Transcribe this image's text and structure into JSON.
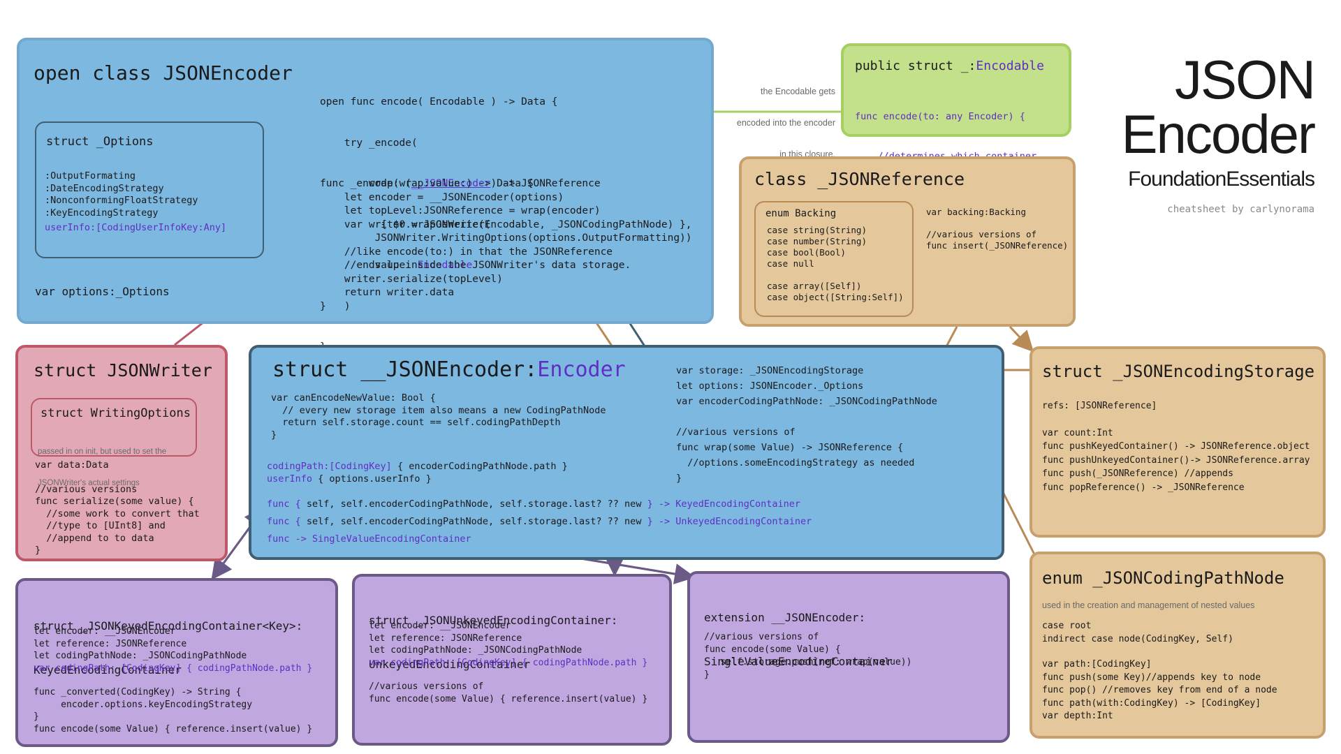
{
  "header": {
    "title_line1": "JSON",
    "title_line2": "Encoder",
    "subtitle": "FoundationEssentials",
    "credit": "cheatsheet by carlynorama"
  },
  "json_encoder": {
    "title": "open class JSONEncoder",
    "options_title": "struct _Options",
    "options_items": [
      ":OutputFormating",
      ":DateEncodingStrategy",
      ":NonconformingFloatStrategy",
      ":KeyEncodingStrategy"
    ],
    "options_userinfo": "userInfo:[CodingUserInfoKey:Any]",
    "options_var": "var options:_Options",
    "code_encode": [
      "open func encode( Encodable ) -> Data {",
      "    try _encode(",
      "        wrap: (",
      "          { $0.wrapGeneric(Encodable, _JSONCodingPathNode) },",
      "         value: ",
      "    )",
      "}"
    ],
    "wrap_token": "__JSONEncoder",
    "wrap_suffix": ") -> JSONReference",
    "value_token": "Encodable",
    "code_private": [
      "func _encode(wrap:value:) -> Data {",
      "    let encoder = __JSONEncoder(options)",
      "    let topLevel:JSONReference = wrap(encoder)",
      "    var writer = JSONWriter(",
      "         JSONWriter.WritingOptions(options.OutputFormatting))",
      "    //like encode(to:) in that the JSONReference",
      "    //ends up inside the JSONWriter's data storage.",
      "    writer.serialize(topLevel)",
      "    return writer.data",
      "}"
    ]
  },
  "encodable_note": [
    "the Encodable gets",
    "encoded into the encoder",
    "in this closure."
  ],
  "encodable_struct": {
    "title_prefix": "public struct _:",
    "title_type": "Encodable",
    "lines": [
      "func encode(to: any Encoder) {",
      "    //determines which container.",
      "}"
    ]
  },
  "json_reference": {
    "title": "class _JSONReference",
    "enum_title": "enum Backing",
    "cases": [
      "case string(String)",
      "case number(String)",
      "case bool(Bool)",
      "case null",
      "",
      "case array([Self])",
      "case object([String:Self])"
    ],
    "side": [
      "var backing:Backing",
      "",
      "//various versions of",
      "func insert(_JSONReference)"
    ]
  },
  "json_writer": {
    "title": "struct JSONWriter",
    "opts_title": "struct WritingOptions",
    "opts_note": [
      "passed in on init, but used to set the",
      "JSONWriter's actual settings"
    ],
    "lines": [
      "var data:Data",
      "",
      "//various versions",
      "func serialize(some value) {",
      "  //some work to convert that",
      "  //type to [UInt8] and",
      "  //append to to data",
      "}"
    ]
  },
  "internal_encoder": {
    "title_prefix": "struct __JSONEncoder:",
    "title_type": "Encoder",
    "left1": [
      "var canEncodeNewValue: Bool {",
      "  // every new storage item also means a new CodingPathNode",
      "  return self.storage.count == self.codingPathDepth",
      "}"
    ],
    "cp_token": "codingPath:[CodingKey]",
    "cp_rest": " { encoderCodingPathNode.path }",
    "ui_token": "userInfo",
    "ui_rest": " { options.userInfo }",
    "right": [
      "var storage: _JSONEncodingStorage",
      "let options: JSONEncoder._Options",
      "var encoderCodingPathNode: _JSONCodingPathNode",
      "",
      "//various versions of",
      "func wrap(some Value) -> JSONReference {",
      "  //options.someEncodingStrategy as needed",
      "}"
    ],
    "func1_pre": "func {",
    "func_mid": " self, self.encoderCodingPathNode, self.storage.last? ?? new ",
    "func1_post": "} -> KeyedEncodingContainer",
    "func2_post": "} -> UnkeyedEncodingContainer",
    "func3": "func -> SingleValueEncodingContainer"
  },
  "encoding_storage": {
    "title": "struct _JSONEncodingStorage",
    "lines": [
      "refs: [JSONReference]",
      "",
      "var count:Int",
      "func pushKeyedContainer() -> JSONReference.object",
      "func pushUnkeyedContainer()-> JSONReference.array",
      "func push(_JSONReference) //appends",
      "func popReference() -> _JSONReference"
    ]
  },
  "coding_path": {
    "title": "enum _JSONCodingPathNode",
    "note": "used in the creation and management of nested values",
    "lines": [
      "case root",
      "indirect case node(CodingKey, Self)",
      "",
      "var path:[CodingKey]",
      "func push(some Key)//appends key to node",
      "func pop() //removes key from end of a node",
      "func path(with:CodingKey) -> [CodingKey]",
      "var depth:Int"
    ]
  },
  "keyed": {
    "title": [
      "struct _JSONKeyedEncodingContainer<Key>:",
      "KeyedEncodingContainer"
    ],
    "lines1": [
      "let encoder: __JSONEncoder",
      "let reference: JSONReference",
      "let codingPathNode: _JSONCodingPathNode"
    ],
    "cp": "var codingPath: [CodingKey] { codingPathNode.path }",
    "lines2": [
      "func _converted(CodingKey) -> String {",
      "     encoder.options.keyEncodingStrategy",
      "}",
      "func encode(some Value) { reference.insert(value) }"
    ]
  },
  "unkeyed": {
    "title": [
      "struct _JSONUnkeyedEncodingContainer:",
      "UnkeyedEncodingContainer"
    ],
    "lines1": [
      "let encoder: __JSONEncoder",
      "let reference: JSONReference",
      "let codingPathNode: _JSONCodingPathNode"
    ],
    "cp": "var codingPath: [CodingKey] { codingPathNode.path }",
    "lines2": [
      "//various versions of",
      "func encode(some Value) { reference.insert(value) }"
    ]
  },
  "single": {
    "title": [
      "extension __JSONEncoder:",
      "SingleValueEncodingContainer"
    ],
    "lines": [
      "//various versions of",
      "func encode(some Value) {",
      "   self.storage.push(ref: wrap(value))",
      "}"
    ]
  },
  "colors": {
    "blue": "#7db8e0",
    "green": "#c3e08a",
    "tan": "#e4c79b",
    "pink": "#e3a8b6",
    "purple": "#c0a7e0",
    "accent_text": "#5e2fc2",
    "arrow_green": "#a5cf63",
    "arrow_tan": "#b88a55",
    "arrow_slate": "#3f5f74",
    "arrow_pink": "#bd5868",
    "arrow_purple": "#6b5a86"
  }
}
